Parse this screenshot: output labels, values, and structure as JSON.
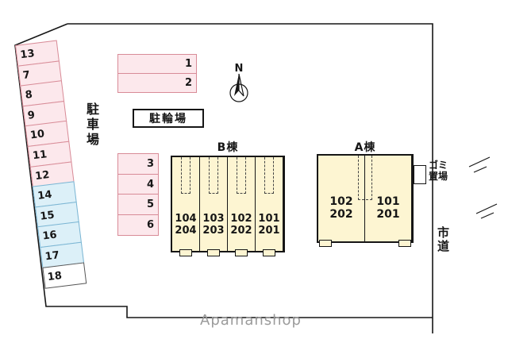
{
  "labels": {
    "parking_lot": "駐車場",
    "bicycle_parking": "駐輪場",
    "garbage_line1": "ゴミ",
    "garbage_line2": "置場",
    "city_road": "市道",
    "north": "N",
    "watermark": "Apamanshop"
  },
  "left_parking_column": {
    "spaces": [
      {
        "num": "13",
        "type": "pink"
      },
      {
        "num": "7",
        "type": "pink"
      },
      {
        "num": "8",
        "type": "pink"
      },
      {
        "num": "9",
        "type": "pink"
      },
      {
        "num": "10",
        "type": "pink"
      },
      {
        "num": "11",
        "type": "pink"
      },
      {
        "num": "12",
        "type": "pink"
      },
      {
        "num": "14",
        "type": "blue"
      },
      {
        "num": "15",
        "type": "blue"
      },
      {
        "num": "16",
        "type": "blue"
      },
      {
        "num": "17",
        "type": "blue"
      },
      {
        "num": "18",
        "type": "white"
      }
    ]
  },
  "top_parking_spaces": [
    {
      "num": "1"
    },
    {
      "num": "2"
    }
  ],
  "mid_parking_spaces": [
    {
      "num": "3"
    },
    {
      "num": "4"
    },
    {
      "num": "5"
    },
    {
      "num": "6"
    }
  ],
  "building_b": {
    "name": "B棟",
    "units": [
      {
        "floor1": "104",
        "floor2": "204"
      },
      {
        "floor1": "103",
        "floor2": "203"
      },
      {
        "floor1": "102",
        "floor2": "202"
      },
      {
        "floor1": "101",
        "floor2": "201"
      }
    ]
  },
  "building_a": {
    "name": "A棟",
    "units": [
      {
        "floor1": "102",
        "floor2": "202"
      },
      {
        "floor1": "101",
        "floor2": "201"
      }
    ]
  },
  "colors": {
    "pink_fill": "#fce8ec",
    "pink_border": "#d88b97",
    "blue_fill": "#dcf0f8",
    "blue_border": "#7ab5d3",
    "building_fill": "#fdf5d2",
    "outline": "#161616",
    "watermark": "#9b9b9b"
  }
}
